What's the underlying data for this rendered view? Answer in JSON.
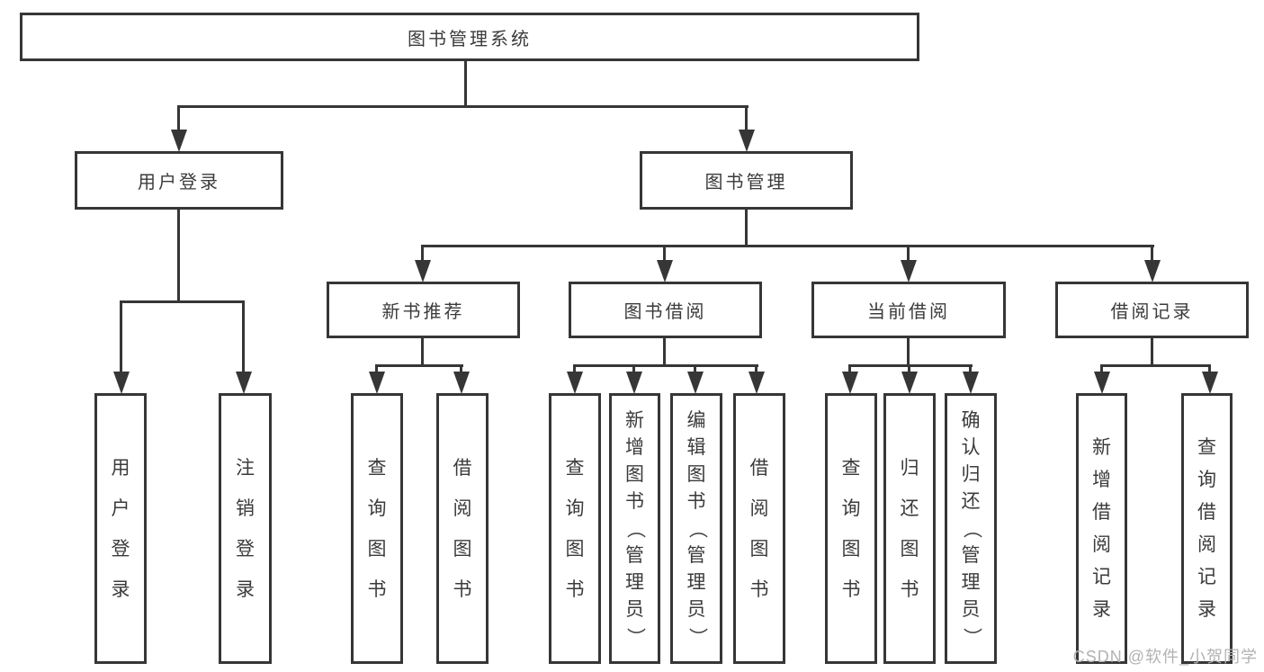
{
  "diagram": {
    "root": {
      "label": "图书管理系统"
    },
    "level1": {
      "user_login": {
        "label": "用户登录"
      },
      "book_mgmt": {
        "label": "图书管理"
      }
    },
    "level2": {
      "new_books": {
        "label": "新书推荐"
      },
      "book_borrow": {
        "label": "图书借阅"
      },
      "current_borrow": {
        "label": "当前借阅"
      },
      "borrow_records": {
        "label": "借阅记录"
      }
    },
    "leaves": {
      "user_login": [
        "用户登录",
        "注销登录"
      ],
      "new_books": [
        "查询图书",
        "借阅图书"
      ],
      "book_borrow": [
        "查询图书",
        "新增图书（管理员）",
        "编辑图书（管理员）",
        "借阅图书"
      ],
      "current_borrow": [
        "查询图书",
        "归还图书",
        "确认归还（管理员）"
      ],
      "borrow_records": [
        "新增借阅记录",
        "查询借阅记录"
      ]
    }
  },
  "watermark": "CSDN @软件_小贺同学",
  "colors": {
    "line": "#363636",
    "text": "#3b3b3b",
    "watermark": "#b2b2b2",
    "background": "#ffffff"
  }
}
